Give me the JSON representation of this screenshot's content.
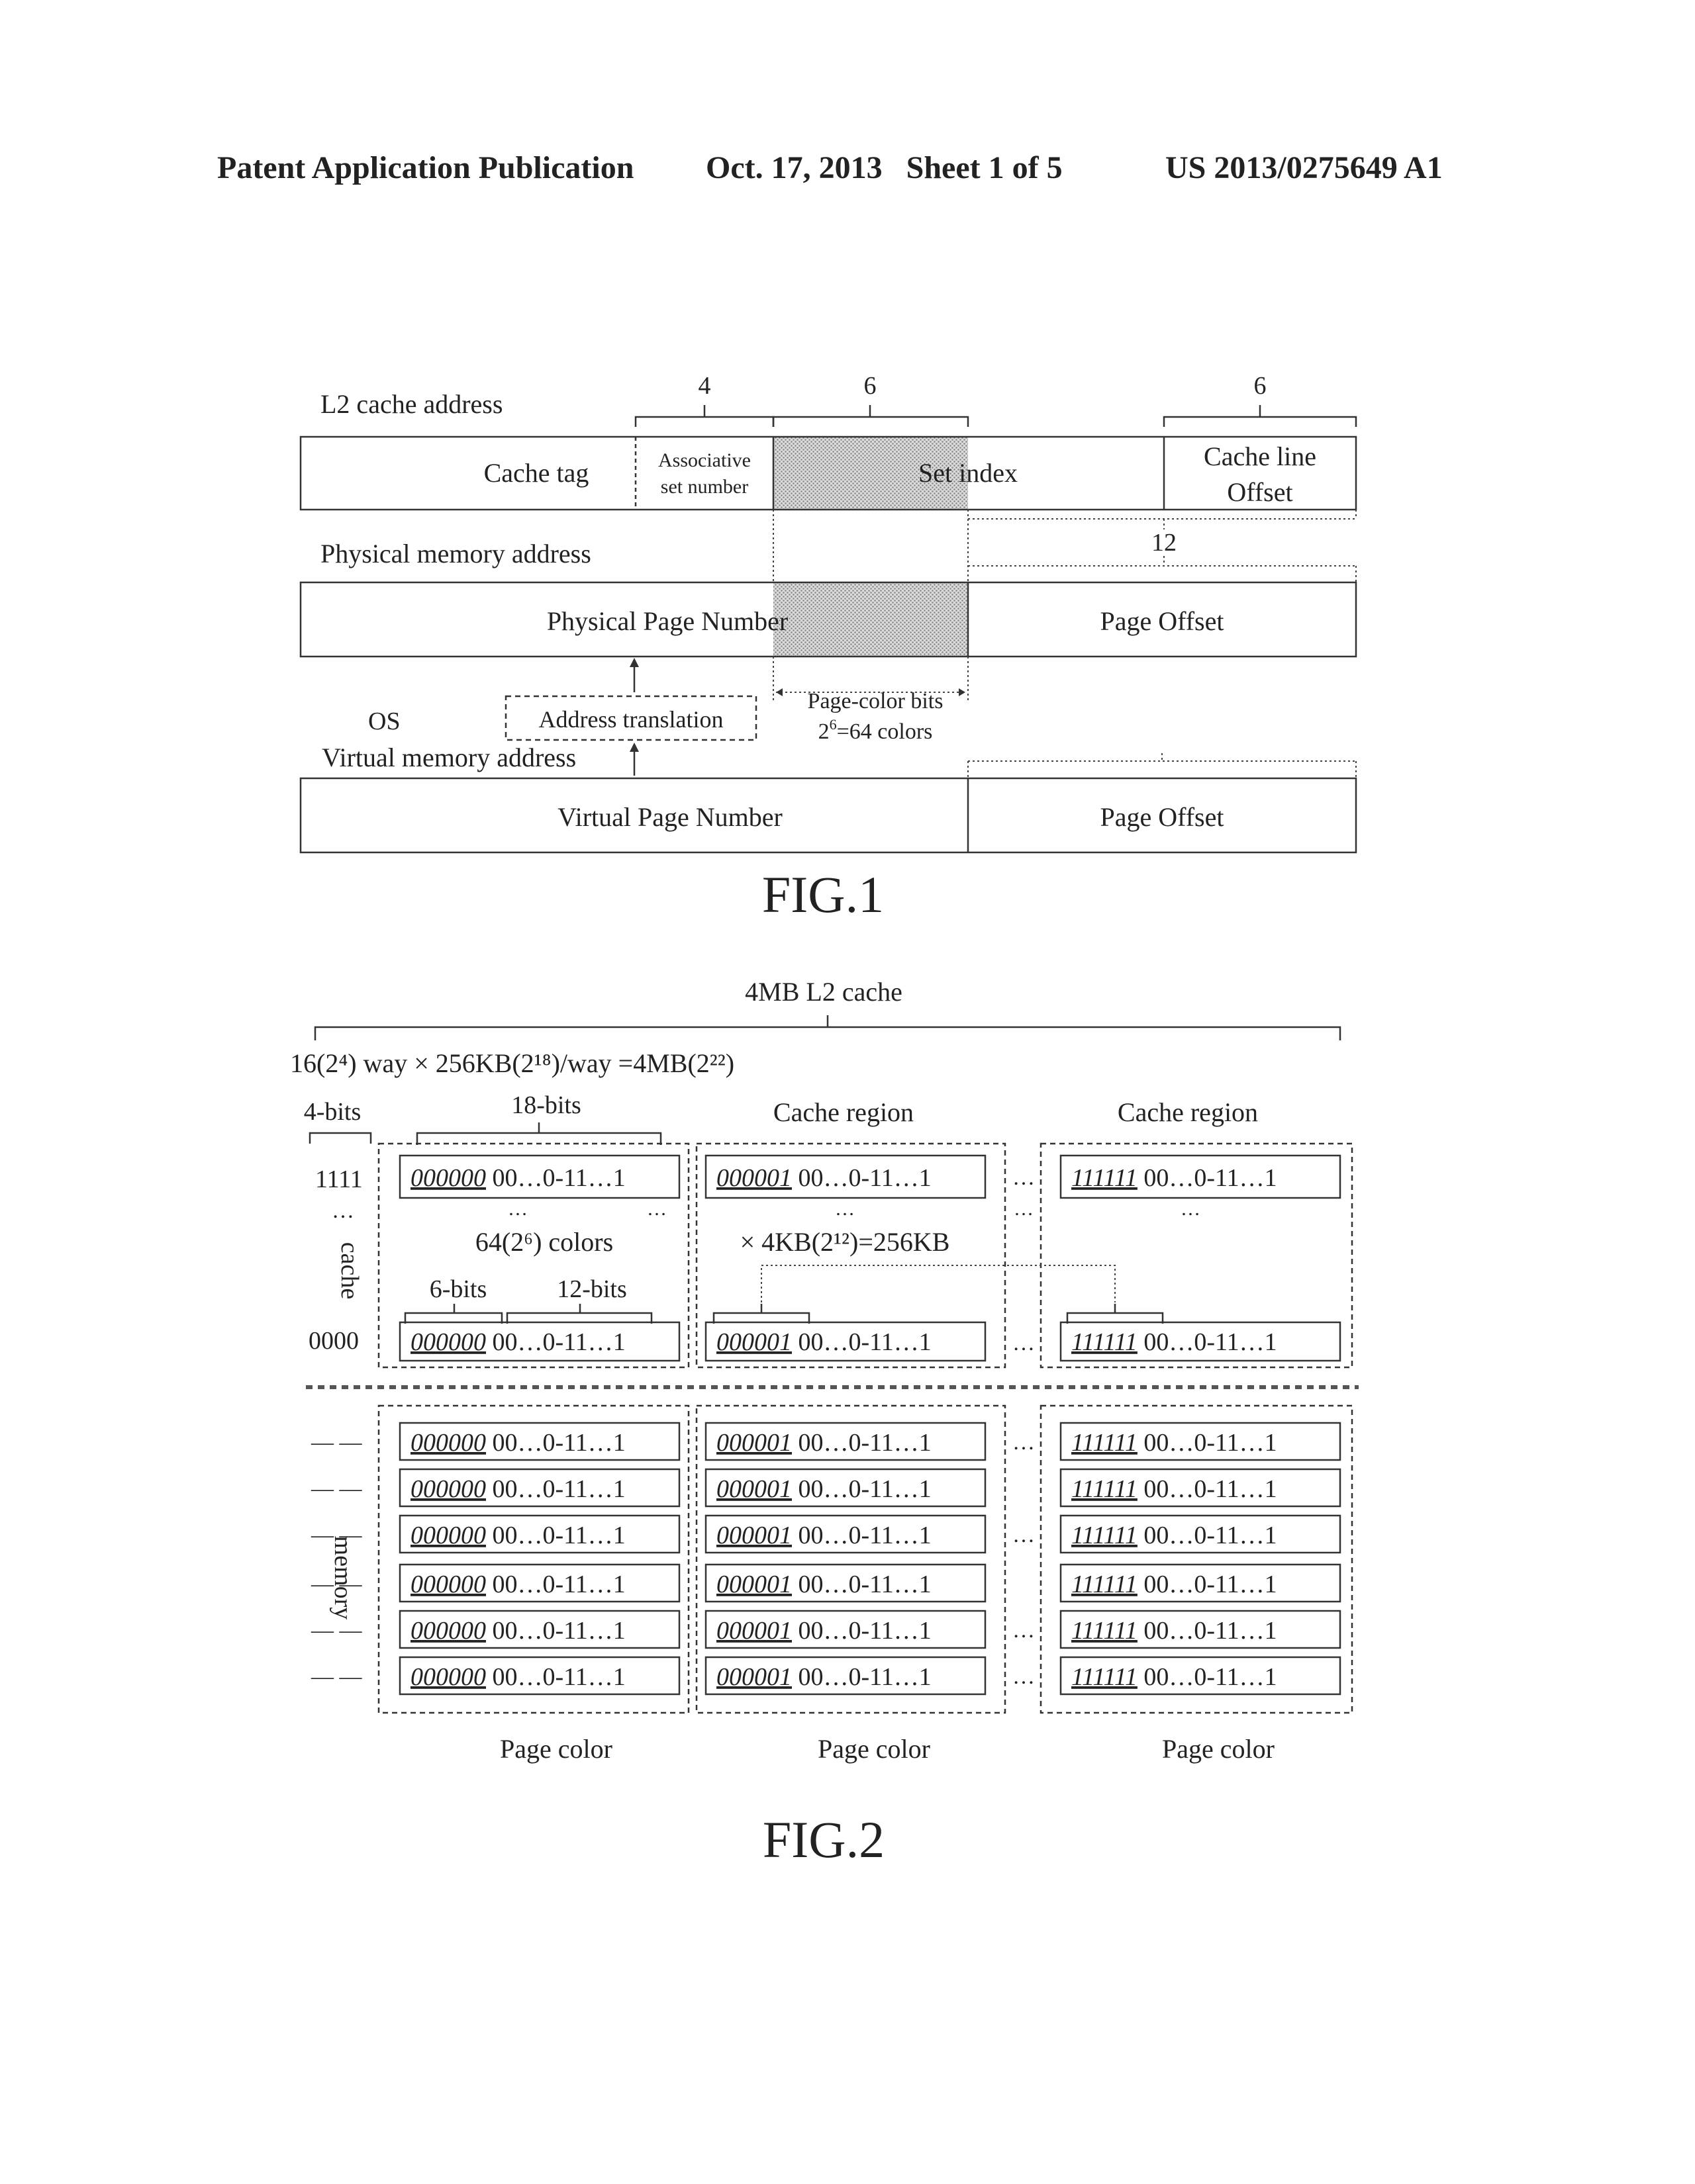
{
  "header": {
    "publication": "Patent Application Publication",
    "date_sheet": "Oct. 17, 2013   Sheet 1 of 5",
    "number": "US 2013/0275649 A1"
  },
  "fig1": {
    "l2_label": "L2 cache address",
    "bits_assoc": "4",
    "bits_set": "6",
    "bits_offset": "6",
    "cache_tag": "Cache tag",
    "assoc_1": "Associative",
    "assoc_2": "set number",
    "set_index": "Set index",
    "line_offset_1": "Cache line",
    "line_offset_2": "Offset",
    "phys_label": "Physical memory address",
    "bits_page_offset": "12",
    "ppn": "Physical Page Number",
    "page_offset": "Page Offset",
    "os": "OS",
    "addr_translation": "Address translation",
    "page_color_bits": "Page-color bits",
    "colors_prefix": "2",
    "colors_exp": "6",
    "colors_suffix": "=64 colors",
    "virt_label": "Virtual memory address",
    "vpn": "Virtual Page Number",
    "virt_page_offset": "Page Offset",
    "caption": "FIG.1"
  },
  "fig2": {
    "top_label": "4MB L2  cache",
    "formula": "16(2⁴)  way  ×  256KB(2¹⁸)/way  =4MB(2²²)",
    "bits4": "4-bits",
    "bits18": "18-bits",
    "region": "Cache region",
    "row_top": "1111",
    "row_bottom": "0000",
    "cache_word": "cache",
    "colors": "64(2⁶) colors",
    "size": "× 4KB(2¹²)=256KB",
    "bits6": "6-bits",
    "bits12": "12-bits",
    "memory_word": "memory",
    "dash_marks": "— —",
    "ellipsis": "…",
    "col_prefixes": [
      "000000",
      "000001",
      "111111"
    ],
    "addr_suffix": " 00…0-11…1",
    "page_color": "Page color",
    "caption": "FIG.2"
  }
}
